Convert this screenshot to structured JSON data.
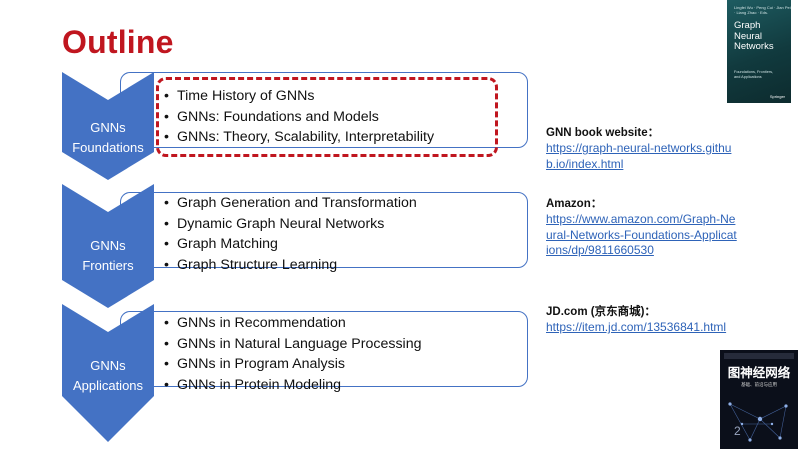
{
  "slide": {
    "title": "Outline",
    "sections": [
      {
        "label_line1": "GNNs",
        "label_line2": "Foundations",
        "items": [
          "Time History of GNNs",
          "GNNs: Foundations and Models",
          "GNNs: Theory, Scalability, Interpretability"
        ]
      },
      {
        "label_line1": "GNNs",
        "label_line2": "Frontiers",
        "items": [
          "Graph Generation and Transformation",
          "Dynamic Graph Neural Networks",
          "Graph Matching",
          "Graph Structure Learning"
        ]
      },
      {
        "label_line1": "GNNs",
        "label_line2": "Applications",
        "items": [
          "GNNs in Recommendation",
          "GNNs in Natural Language Processing",
          "GNNs in Program Analysis",
          "GNNs in Protein Modeling"
        ]
      }
    ],
    "bullet": "•",
    "resources": [
      {
        "label": "GNN book website：",
        "link": "https://graph-neural-networks.github.io/index.html"
      },
      {
        "label": "Amazon：",
        "link": "https://www.amazon.com/Graph-Neural-Networks-Foundations-Applications/dp/9811660530"
      },
      {
        "label": "JD.com (京东商城)：",
        "link": "https://item.jd.com/13536841.html"
      }
    ],
    "book_en": {
      "authors": "Lingfei Wu · Peng Cui · Jian Pei · Liang Zhao · Eds.",
      "title_line1": "Graph Neural",
      "title_line2": "Networks",
      "subtitle": "Foundations, Frontiers, and Applications",
      "publisher": "Springer"
    },
    "book_cn": {
      "title": "图神经网络",
      "subtitle": "基础、前沿与应用",
      "number": "2"
    }
  },
  "colors": {
    "title": "#c0161f",
    "chevron": "#4472c4",
    "highlight_dash": "#c0161f",
    "link": "#2e63b8"
  }
}
